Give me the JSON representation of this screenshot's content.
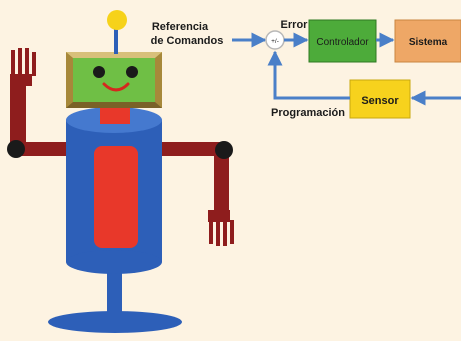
{
  "diagram": {
    "reference_label_line1": "Referencia",
    "reference_label_line2": "de Comandos",
    "error_label": "Error",
    "sum_junction_text": "+/-",
    "controller_label": "Controlador",
    "system_label": "Sistema",
    "sensor_label": "Sensor",
    "feedback_label": "Programación"
  },
  "colors": {
    "background": "#fdf3e2",
    "controller": "#4dab3a",
    "system": "#eea766",
    "sensor": "#f7d21d",
    "arrows": "#4a7fc8",
    "robot_body": "#2d5fb8",
    "robot_panel": "#e8382a",
    "robot_arms": "#8e1d1d",
    "robot_head": "#6fbf45",
    "antenna_ball": "#f6d21a"
  }
}
